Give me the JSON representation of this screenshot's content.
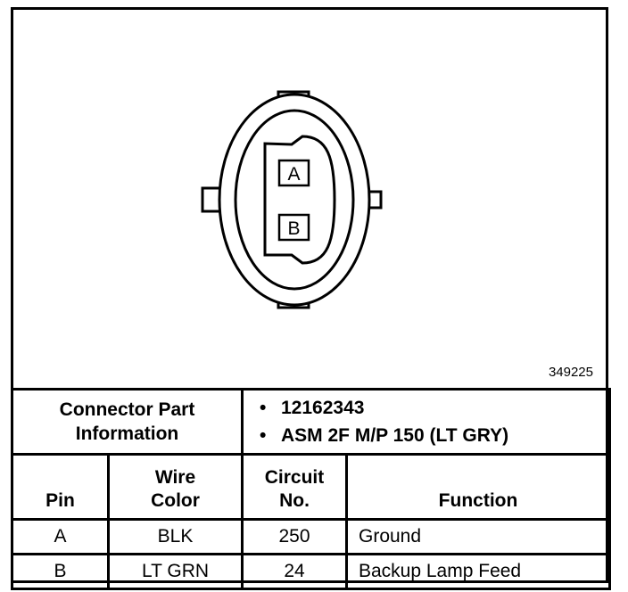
{
  "diagram": {
    "figure_id": "349225",
    "pins": [
      {
        "label": "A"
      },
      {
        "label": "B"
      }
    ]
  },
  "connector": {
    "label_line1": "Connector Part",
    "label_line2": "Information",
    "info": [
      "12162343",
      "ASM 2F M/P 150 (LT GRY)"
    ]
  },
  "table": {
    "headers": {
      "pin": "Pin",
      "wire_line1": "Wire",
      "wire_line2": "Color",
      "circuit_line1": "Circuit",
      "circuit_line2": "No.",
      "function": "Function"
    },
    "rows": [
      {
        "pin": "A",
        "wire_color": "BLK",
        "circuit": "250",
        "function": "Ground"
      },
      {
        "pin": "B",
        "wire_color": "LT GRN",
        "circuit": "24",
        "function": "Backup Lamp Feed"
      }
    ]
  }
}
